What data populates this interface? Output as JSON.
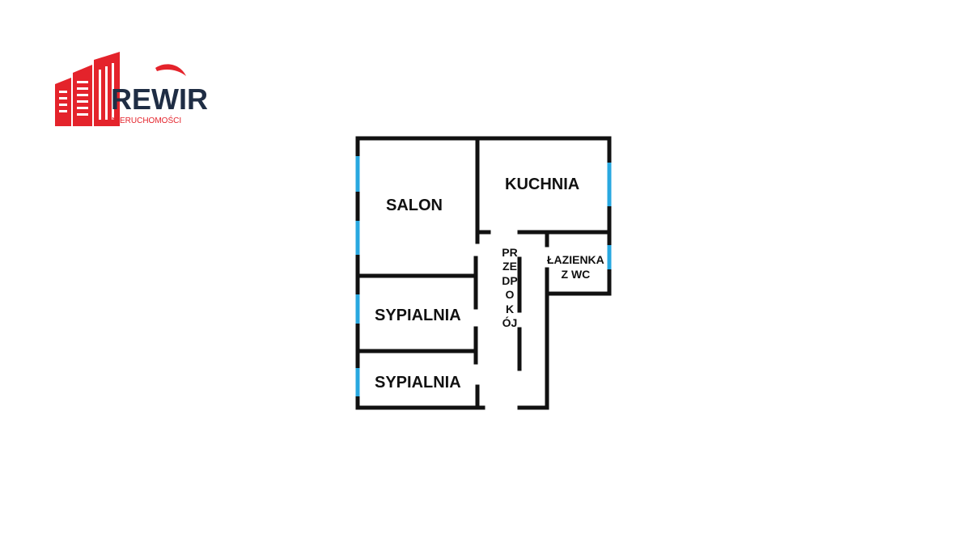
{
  "logo": {
    "name": "REWIR",
    "tagline": "NIERUCHOMOŚCI",
    "colors": {
      "red": "#e4232b",
      "navy": "#1f2d44"
    }
  },
  "floorplan": {
    "wall_color": "#111111",
    "window_color": "#29a8e0",
    "rooms": {
      "salon": "SALON",
      "kuchnia": "KUCHNIA",
      "sypialnia_1": "SYPIALNIA",
      "sypialnia_2": "SYPIALNIA",
      "lazienka_line1": "ŁAZIENKA",
      "lazienka_line2": "Z WC",
      "przedpokoj": "PRZEDPOKÓJ"
    }
  }
}
